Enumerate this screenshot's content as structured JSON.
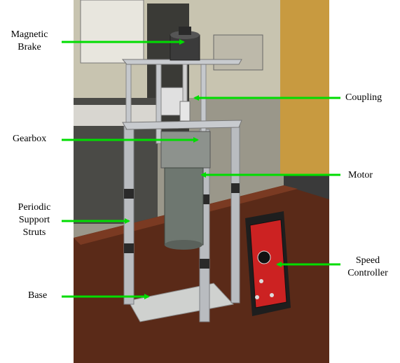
{
  "labels": {
    "magnetic_brake": [
      "Magnetic",
      "Brake"
    ],
    "coupling": "Coupling",
    "gearbox": "Gearbox",
    "motor": "Motor",
    "periodic_support_struts": [
      "Periodic",
      "Support",
      "Struts"
    ],
    "speed_controller": [
      "Speed",
      "Controller"
    ],
    "base": "Base"
  },
  "colors": {
    "arrow": "#00dd00",
    "table": "#5a2a18",
    "aluminum": "#b9bcc0",
    "motor": "#6e7770",
    "controller_red": "#cc2222"
  }
}
